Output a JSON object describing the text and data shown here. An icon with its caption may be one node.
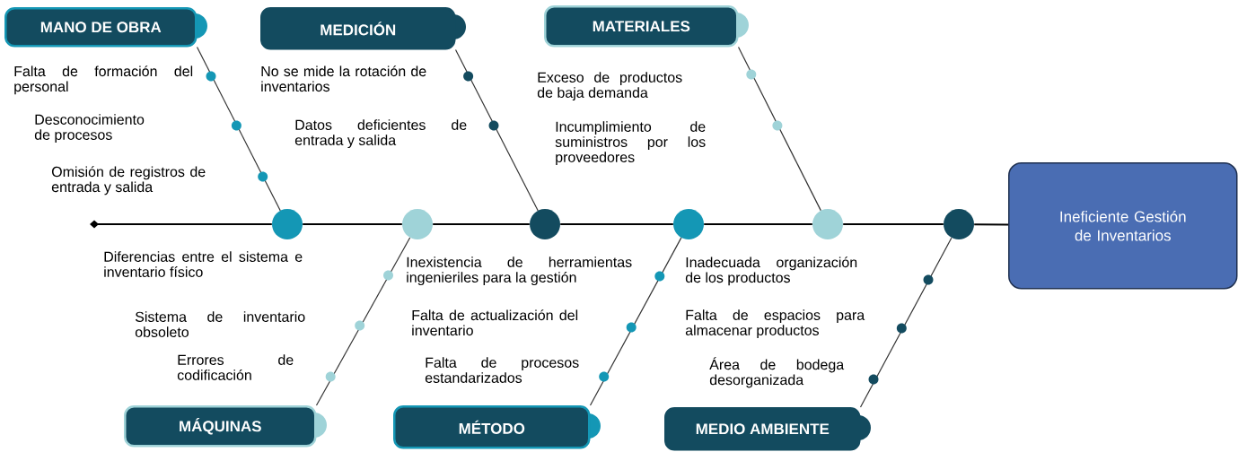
{
  "diagram": {
    "nodes": [
      {
        "text": [
          "MANO DE OBRA"
        ]
      },
      {
        "text": [
          "MEDICIÓN"
        ]
      },
      {
        "text": [
          "MATERIALES"
        ]
      },
      {
        "text": [],
        "shape": "circle"
      },
      {
        "text": [],
        "shape": "circle"
      },
      {
        "text": [],
        "shape": "circle"
      },
      {
        "text": [],
        "shape": "circle"
      },
      {
        "text": [],
        "shape": "circle"
      },
      {
        "text": [],
        "shape": "circle"
      },
      {
        "text": [
          "Ineficiente Gestión de Inventarios"
        ]
      },
      {
        "text": [
          "MÁQUINAS"
        ]
      },
      {
        "text": [
          "MÉTODO"
        ]
      },
      {
        "text": [
          "MEDIO AMBIENTE"
        ]
      }
    ],
    "edges": [
      {
        "from": 0,
        "to": 3,
        "arrow": "none"
      },
      {
        "from": 1,
        "to": 5,
        "arrow": "none"
      },
      {
        "from": 2,
        "to": 7,
        "arrow": "none"
      },
      {
        "from": 10,
        "to": 4,
        "arrow": "none"
      },
      {
        "from": 11,
        "to": 6,
        "arrow": "none"
      },
      {
        "from": 12,
        "to": 8,
        "arrow": "none"
      },
      {
        "from": null,
        "to": 3,
        "arrow": "other"
      },
      {
        "from": 3,
        "to": 4,
        "arrow": "none"
      },
      {
        "from": 4,
        "to": 5,
        "arrow": "none"
      },
      {
        "from": 5,
        "to": 6,
        "arrow": "none"
      },
      {
        "from": 6,
        "to": 7,
        "arrow": "none"
      },
      {
        "from": 7,
        "to": 8,
        "arrow": "none"
      },
      {
        "from": 8,
        "to": 9,
        "arrow": "none"
      }
    ],
    "labels": [
      "Falta de formación del personal",
      "Desconocimiento de procesos",
      "Omisión de registros de entrada y salida",
      "No se mide la rotación de inventarios",
      "Datos deficientes de entrada y salida",
      "Exceso de productos de baja demanda",
      "Incumplimiento de suministros por los proveedores",
      "Diferencias entre el sistema e inventario físico",
      "Sistema de inventario obsoleto",
      "Errores de codificación",
      "Inexistencia de herramientas ingenieriles para la gestión",
      "Falta de actualización del inventario",
      "Falta de procesos estandarizados",
      "Inadecuada organización de los productos",
      "Falta de espacios para almacenar productos",
      "Área de bodega desorganizada"
    ]
  }
}
